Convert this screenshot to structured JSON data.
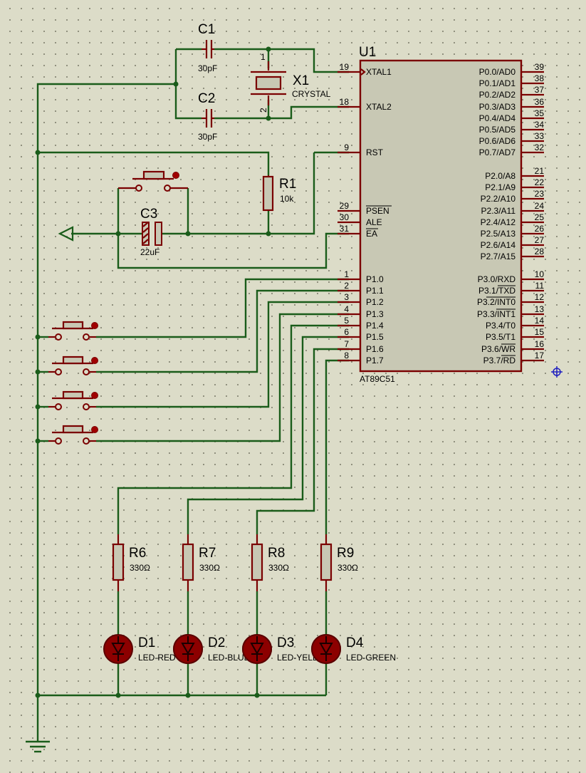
{
  "chip": {
    "ref": "U1",
    "part": "AT89C51",
    "left_pins": [
      {
        "num": "19",
        "name": "XTAL1"
      },
      {
        "num": "18",
        "name": "XTAL2"
      },
      {
        "num": "9",
        "name": "RST"
      },
      {
        "num": "29",
        "name": "PSEN"
      },
      {
        "num": "30",
        "name": "ALE"
      },
      {
        "num": "31",
        "name": "EA"
      },
      {
        "num": "1",
        "name": "P1.0"
      },
      {
        "num": "2",
        "name": "P1.1"
      },
      {
        "num": "3",
        "name": "P1.2"
      },
      {
        "num": "4",
        "name": "P1.3"
      },
      {
        "num": "5",
        "name": "P1.4"
      },
      {
        "num": "6",
        "name": "P1.5"
      },
      {
        "num": "7",
        "name": "P1.6"
      },
      {
        "num": "8",
        "name": "P1.7"
      }
    ],
    "right_pins": [
      {
        "num": "39",
        "name": "P0.0/AD0"
      },
      {
        "num": "38",
        "name": "P0.1/AD1"
      },
      {
        "num": "37",
        "name": "P0.2/AD2"
      },
      {
        "num": "36",
        "name": "P0.3/AD3"
      },
      {
        "num": "35",
        "name": "P0.4/AD4"
      },
      {
        "num": "34",
        "name": "P0.5/AD5"
      },
      {
        "num": "33",
        "name": "P0.6/AD6"
      },
      {
        "num": "32",
        "name": "P0.7/AD7"
      },
      {
        "num": "21",
        "name": "P2.0/A8"
      },
      {
        "num": "22",
        "name": "P2.1/A9"
      },
      {
        "num": "23",
        "name": "P2.2/A10"
      },
      {
        "num": "24",
        "name": "P2.3/A11"
      },
      {
        "num": "25",
        "name": "P2.4/A12"
      },
      {
        "num": "26",
        "name": "P2.5/A13"
      },
      {
        "num": "27",
        "name": "P2.6/A14"
      },
      {
        "num": "28",
        "name": "P2.7/A15"
      },
      {
        "num": "10",
        "name": "P3.0/RXD"
      },
      {
        "num": "11",
        "name": "P3.1/TXD"
      },
      {
        "num": "12",
        "name": "P3.2/INT0"
      },
      {
        "num": "13",
        "name": "P3.3/INT1"
      },
      {
        "num": "14",
        "name": "P3.4/T0"
      },
      {
        "num": "15",
        "name": "P3.5/T1"
      },
      {
        "num": "16",
        "name": "P3.6/WR"
      },
      {
        "num": "17",
        "name": "P3.7/RD"
      }
    ]
  },
  "components": {
    "c1": {
      "ref": "C1",
      "value": "30pF"
    },
    "c2": {
      "ref": "C2",
      "value": "30pF"
    },
    "x1": {
      "ref": "X1",
      "value": "CRYSTAL",
      "pin1": "1",
      "pin2": "2"
    },
    "r1": {
      "ref": "R1",
      "value": "10k"
    },
    "c3": {
      "ref": "C3",
      "value": "22uF"
    }
  },
  "resistors": [
    {
      "ref": "R6",
      "value": "330Ω"
    },
    {
      "ref": "R7",
      "value": "330Ω"
    },
    {
      "ref": "R8",
      "value": "330Ω"
    },
    {
      "ref": "R9",
      "value": "330Ω"
    }
  ],
  "leds": [
    {
      "ref": "D1",
      "value": "LED-RED"
    },
    {
      "ref": "D2",
      "value": "LED-BLUE"
    },
    {
      "ref": "D3",
      "value": "LED-YELLOW"
    },
    {
      "ref": "D4",
      "value": "LED-GREEN"
    }
  ],
  "colors": {
    "background": "#dcdcc8",
    "wire": "#1a5c1a",
    "component": "#7a0000",
    "led": "#8c0000"
  }
}
